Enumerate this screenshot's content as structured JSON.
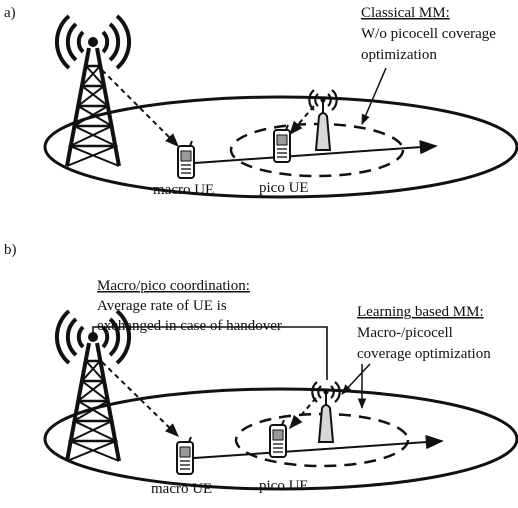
{
  "panel_a": {
    "label": "a)",
    "annotation_title": "Classical MM:",
    "annotation_line1": "W/o picocell coverage",
    "annotation_line2": "optimization",
    "macro_ue_label": "macro UE",
    "pico_ue_label": "pico UE"
  },
  "panel_b": {
    "label": "b)",
    "coord_title": "Macro/pico coordination:",
    "coord_line1": "Average rate of UE is",
    "coord_line2": "exchanged in case of handover",
    "learning_title": "Learning based MM:",
    "learning_line1": "Macro-/picocell",
    "learning_line2": "coverage optimization",
    "macro_ue_label": "macro UE",
    "pico_ue_label": "pico UE"
  },
  "colors": {
    "ink": "#111111",
    "phone_screen": "#9a9a9a",
    "pico_tower": "#d8d8d8"
  }
}
